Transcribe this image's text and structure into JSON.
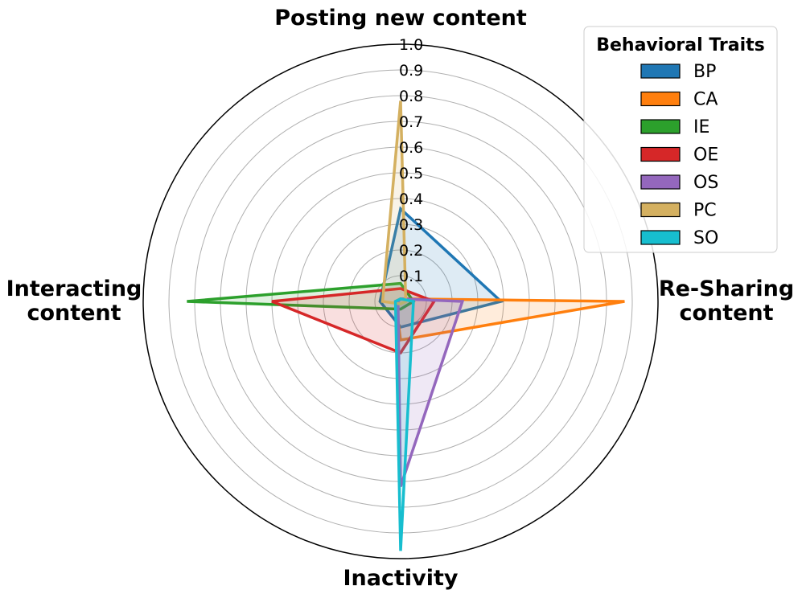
{
  "chart_data": {
    "type": "radar",
    "axes": [
      {
        "lines": [
          "Posting new content"
        ]
      },
      {
        "lines": [
          "Re-Sharing",
          "content"
        ]
      },
      {
        "lines": [
          "Inactivity"
        ]
      },
      {
        "lines": [
          "Interacting",
          "content"
        ]
      }
    ],
    "rlim": [
      0,
      1.0
    ],
    "ticks": [
      "0.1",
      "0.2",
      "0.3",
      "0.4",
      "0.5",
      "0.6",
      "0.7",
      "0.8",
      "0.9",
      "1.0"
    ],
    "grid": true,
    "legend": {
      "title": "Behavioral Traits",
      "placement": "top-right"
    },
    "series": [
      {
        "name": "BP",
        "color": "#1f77b4",
        "values": [
          0.36,
          0.39,
          0.1,
          0.08
        ]
      },
      {
        "name": "CA",
        "color": "#ff7f0e",
        "values": [
          0.01,
          0.87,
          0.15,
          0.02
        ]
      },
      {
        "name": "IE",
        "color": "#2ca02c",
        "values": [
          0.07,
          0.05,
          0.03,
          0.83
        ]
      },
      {
        "name": "OE",
        "color": "#d62728",
        "values": [
          0.05,
          0.13,
          0.2,
          0.5
        ]
      },
      {
        "name": "OS",
        "color": "#9467bd",
        "values": [
          0.01,
          0.24,
          0.72,
          0.01
        ]
      },
      {
        "name": "PC",
        "color": "#d4b060",
        "values": [
          0.78,
          0.02,
          0.01,
          0.07
        ]
      },
      {
        "name": "SO",
        "color": "#17becf",
        "values": [
          0.01,
          0.05,
          0.97,
          0.02
        ]
      }
    ]
  }
}
